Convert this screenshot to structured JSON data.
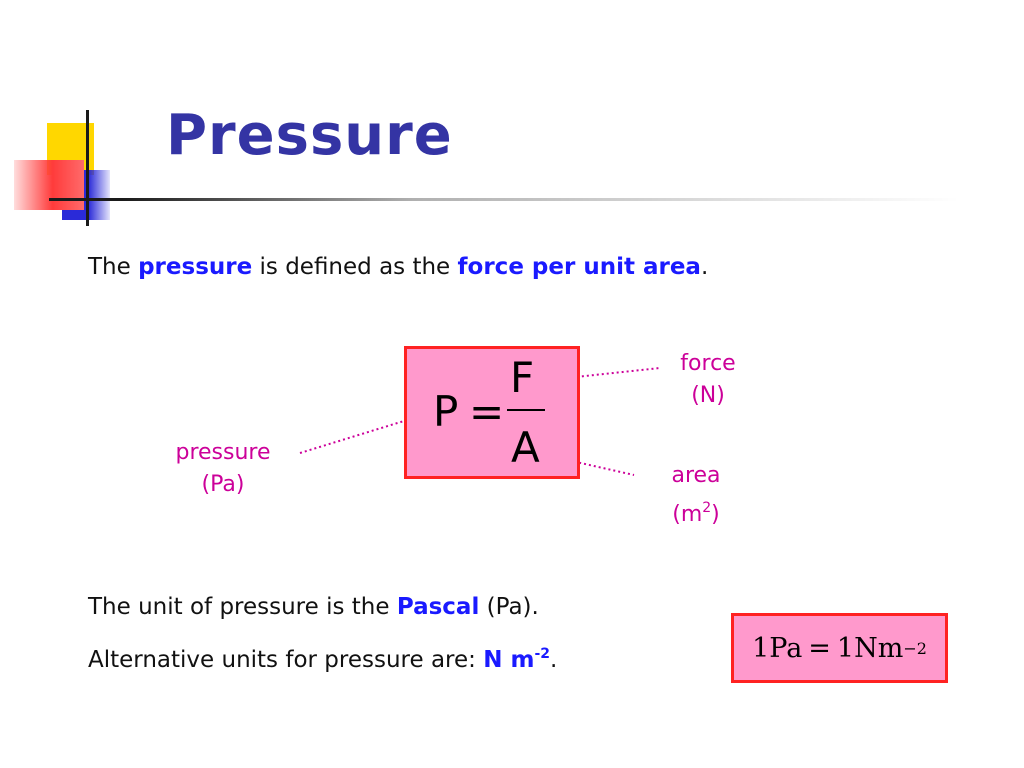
{
  "slide": {
    "title": "Pressure",
    "definition": {
      "prefix": "The ",
      "term1": "pressure",
      "middle": " is defined as the ",
      "term2": "force per unit area",
      "suffix": "."
    },
    "equation": {
      "lhs": "P",
      "operator": "=",
      "numerator": "F",
      "denominator": "A"
    },
    "labels": {
      "force_name": "force",
      "force_unit": "(N)",
      "pressure_name": "pressure",
      "pressure_unit": "(Pa)",
      "area_name": "area",
      "area_unit_base": "(m",
      "area_unit_exp": "2",
      "area_unit_close": ")"
    },
    "unit_line": {
      "prefix": "The unit of pressure is the ",
      "term": "Pascal",
      "suffix": " (Pa)."
    },
    "alt_line": {
      "prefix": "Alternative units for pressure are:  ",
      "term_base": "N m",
      "term_exp": "-2",
      "suffix": "."
    },
    "unit_equation": {
      "lhs": "1Pa",
      "operator": "=",
      "rhs_base": "1Nm",
      "rhs_exp": "−2"
    }
  },
  "colors": {
    "title": "#3434a4",
    "highlight": "#1a1aff",
    "label": "#cc0099",
    "box_fill": "#ff99cc",
    "box_border": "#ff2222"
  }
}
